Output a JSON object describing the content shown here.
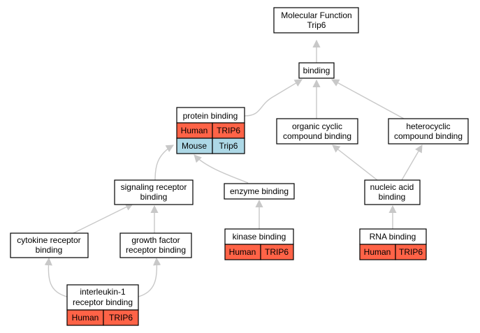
{
  "nodes": {
    "root": {
      "lines": [
        "Molecular Function",
        "Trip6"
      ]
    },
    "binding": {
      "lines": [
        "binding"
      ]
    },
    "protein_binding": {
      "lines": [
        "protein binding"
      ]
    },
    "organic_cyclic": {
      "lines": [
        "organic cyclic",
        "compound binding"
      ]
    },
    "heterocyclic": {
      "lines": [
        "heterocyclic",
        "compound binding"
      ]
    },
    "signaling_receptor": {
      "lines": [
        "signaling receptor",
        "binding"
      ]
    },
    "enzyme_binding": {
      "lines": [
        "enzyme binding"
      ]
    },
    "nucleic_acid": {
      "lines": [
        "nucleic acid",
        "binding"
      ]
    },
    "cytokine_receptor": {
      "lines": [
        "cytokine receptor",
        "binding"
      ]
    },
    "growth_factor": {
      "lines": [
        "growth factor",
        "receptor binding"
      ]
    },
    "kinase_binding": {
      "lines": [
        "kinase binding"
      ]
    },
    "rna_binding": {
      "lines": [
        "RNA binding"
      ]
    },
    "interleukin": {
      "lines": [
        "interleukin-1",
        "receptor binding"
      ]
    }
  },
  "annotations": {
    "protein_binding": [
      {
        "species": "Human",
        "gene": "TRIP6"
      },
      {
        "species": "Mouse",
        "gene": "Trip6"
      }
    ],
    "kinase_binding": [
      {
        "species": "Human",
        "gene": "TRIP6"
      }
    ],
    "rna_binding": [
      {
        "species": "Human",
        "gene": "TRIP6"
      }
    ],
    "interleukin": [
      {
        "species": "Human",
        "gene": "TRIP6"
      }
    ]
  },
  "colors": {
    "human": "#ff6347",
    "mouse": "#add8e6",
    "edge": "#c8c8c8",
    "border": "#000000"
  },
  "edges": [
    [
      "binding",
      "root"
    ],
    [
      "protein_binding",
      "binding"
    ],
    [
      "organic_cyclic",
      "binding"
    ],
    [
      "heterocyclic",
      "binding"
    ],
    [
      "signaling_receptor",
      "protein_binding"
    ],
    [
      "enzyme_binding",
      "protein_binding"
    ],
    [
      "nucleic_acid",
      "organic_cyclic"
    ],
    [
      "nucleic_acid",
      "heterocyclic"
    ],
    [
      "cytokine_receptor",
      "signaling_receptor"
    ],
    [
      "growth_factor",
      "signaling_receptor"
    ],
    [
      "kinase_binding",
      "enzyme_binding"
    ],
    [
      "rna_binding",
      "nucleic_acid"
    ],
    [
      "interleukin",
      "cytokine_receptor"
    ],
    [
      "interleukin",
      "growth_factor"
    ]
  ]
}
